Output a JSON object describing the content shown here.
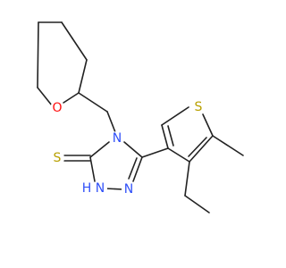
{
  "molecule": {
    "atoms": {
      "O": "O",
      "S_thioxo": "S",
      "N4": "N",
      "N_amine": "N",
      "H": "H",
      "N2": "N",
      "S_thiophene": "S"
    },
    "colors": {
      "bond": "#222222",
      "O": "#ff0d0d",
      "S": "#b8a000",
      "N": "#3050f8"
    }
  }
}
